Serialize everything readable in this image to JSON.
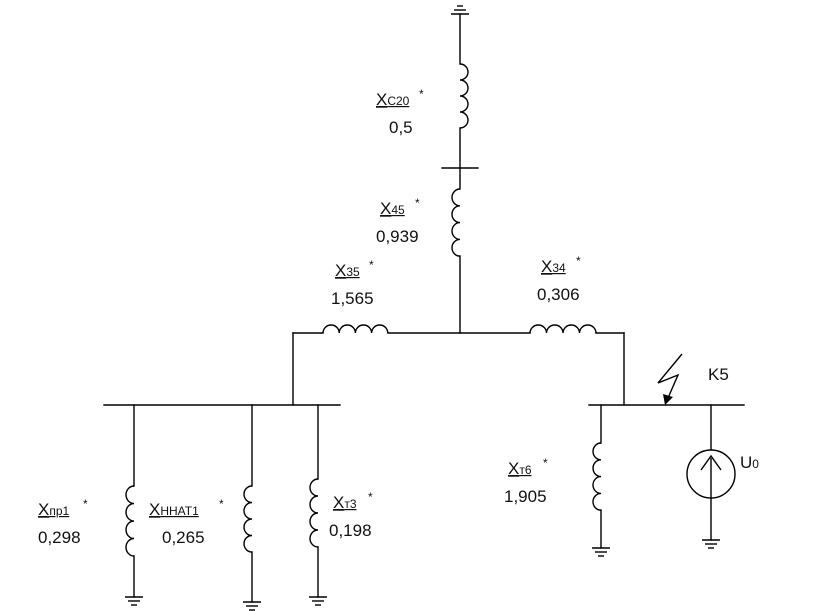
{
  "elements": {
    "xc": {
      "name": "X",
      "sub": "С20",
      "star": "*",
      "value": "0,5"
    },
    "x45": {
      "name": "X",
      "sub": "45",
      "star": "*",
      "value": "0,939"
    },
    "x35": {
      "name": "X",
      "sub": "35",
      "star": "*",
      "value": "1,565"
    },
    "x34": {
      "name": "X",
      "sub": "34",
      "star": "*",
      "value": "0,306"
    },
    "xpr": {
      "name": "X",
      "sub": "пр1",
      "star": "*",
      "value": "0,298"
    },
    "xnnat": {
      "name": "X",
      "sub": "ННАТ1",
      "star": "*",
      "value": "0,265"
    },
    "xt3": {
      "name": "X",
      "sub": "т3",
      "star": "*",
      "value": "0,198"
    },
    "xt6": {
      "name": "X",
      "sub": "т6",
      "star": "*",
      "value": "1,905"
    }
  },
  "fault": {
    "label": "K5"
  },
  "source": {
    "name": "U",
    "sub": "0"
  },
  "icons": [
    "ground-icon",
    "inductor-icon",
    "lightning-fault-icon",
    "voltage-source-icon"
  ]
}
